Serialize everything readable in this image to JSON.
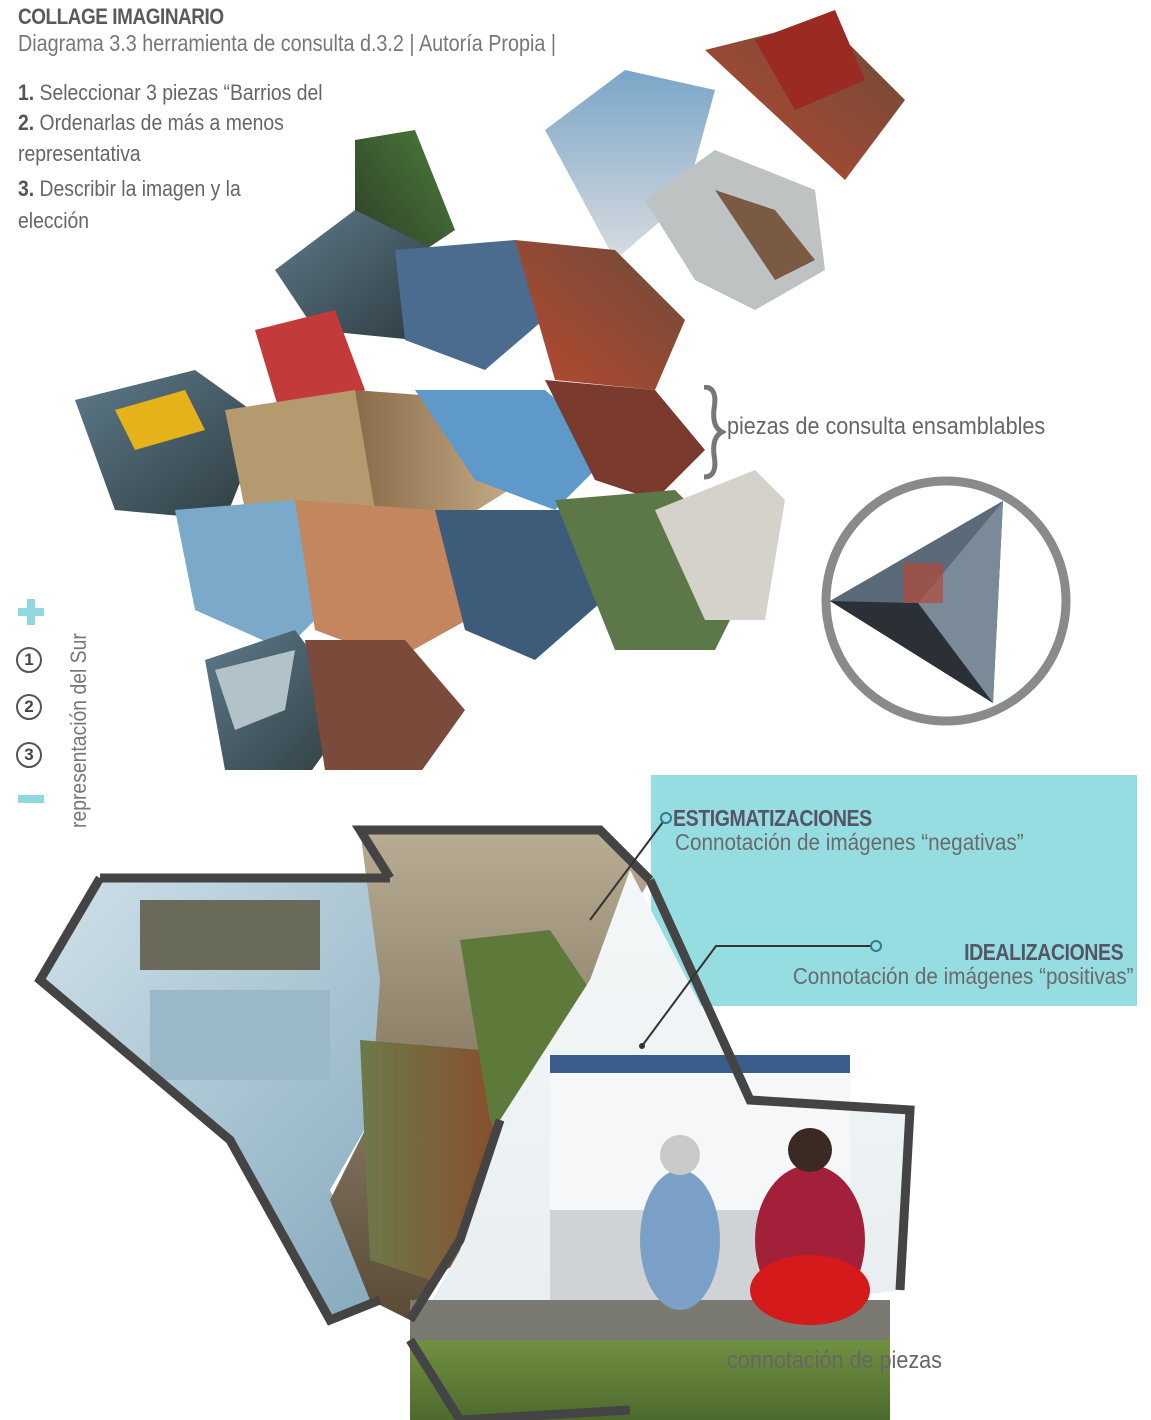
{
  "header": {
    "title": "COLLAGE IMAGINARIO",
    "subtitle": "Diagrama 3.3 herramienta de consulta d.3.2 | Autoría Propia |"
  },
  "steps": [
    {
      "num": "1.",
      "text": " Seleccionar 3 piezas “Barrios del"
    },
    {
      "num": "2.",
      "text": " Ordenarlas de más a menos"
    },
    {
      "num": "",
      "text": "representativa"
    },
    {
      "num": "3.",
      "text": " Describir la imagen y la"
    },
    {
      "num": "",
      "text": "elección"
    }
  ],
  "scale": {
    "label": "representación del Sur",
    "items": [
      "1",
      "2",
      "3"
    ],
    "plus_icon": "plus-icon",
    "minus_icon": "minus-icon"
  },
  "annotations": {
    "pieces": "piezas de consulta ensamblables",
    "connotation": "connotación de piezas"
  },
  "callouts": {
    "negative_head": "ESTIGMATIZACIONES",
    "negative_text": "Connotación de imágenes “negativas”",
    "positive_head": "IDEALIZACIONES",
    "positive_text": "Connotación de imágenes “positivas”"
  },
  "colors": {
    "accent": "#96dde2",
    "accent_dark": "#2a7f8a",
    "frame": "#444444"
  }
}
